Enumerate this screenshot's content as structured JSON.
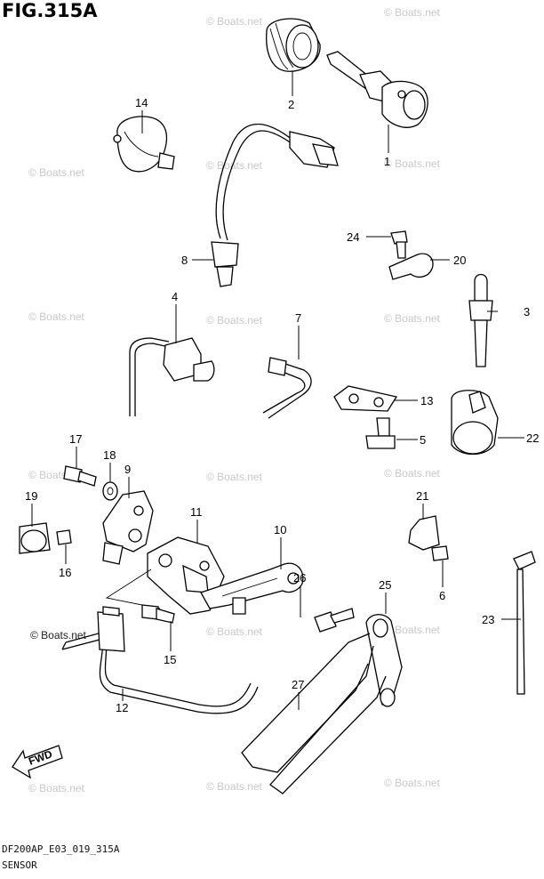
{
  "figure": {
    "title": "FIG.315A",
    "code": "DF200AP_E03_019_315A",
    "name": "SENSOR",
    "forward_label": "FWD"
  },
  "watermark": {
    "text": "© Boats.net"
  },
  "callouts": [
    "1",
    "2",
    "3",
    "4",
    "5",
    "6",
    "7",
    "8",
    "9",
    "10",
    "11",
    "12",
    "13",
    "14",
    "15",
    "16",
    "17",
    "18",
    "19",
    "20",
    "21",
    "22",
    "23",
    "24",
    "25",
    "26",
    "27"
  ]
}
